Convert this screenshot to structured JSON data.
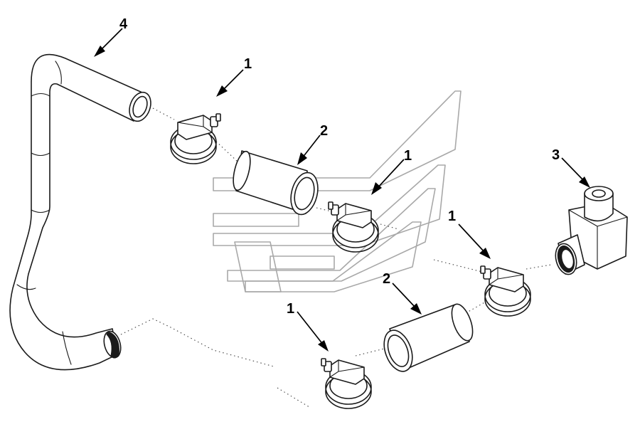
{
  "callouts": [
    {
      "id": "c4",
      "label": "4"
    },
    {
      "id": "c1a",
      "label": "1"
    },
    {
      "id": "c2a",
      "label": "2"
    },
    {
      "id": "c1b",
      "label": "1"
    },
    {
      "id": "c3",
      "label": "3"
    },
    {
      "id": "c1c",
      "label": "1"
    },
    {
      "id": "c2b",
      "label": "2"
    },
    {
      "id": "c1d",
      "label": "1"
    }
  ]
}
